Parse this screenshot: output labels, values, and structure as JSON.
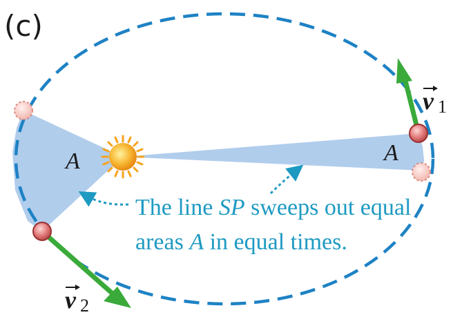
{
  "panel_label": "(c)",
  "area_label": "A",
  "velocity_1": {
    "symbol": "v",
    "subscript": "1"
  },
  "velocity_2": {
    "symbol": "v",
    "subscript": "2"
  },
  "caption": {
    "line1": {
      "pre": "The line ",
      "italic": "SP",
      "post": " sweeps out equal"
    },
    "line2": {
      "pre": "areas ",
      "italic": "A",
      "post": " in equal times."
    }
  },
  "colors": {
    "orbit": "#1e82c4",
    "swept_area": "#a9c8ea",
    "velocity_arrow": "#3aaa3a",
    "planet": "#e07a7a",
    "sun": "#f5a623",
    "caption": "#1e9ac2"
  }
}
